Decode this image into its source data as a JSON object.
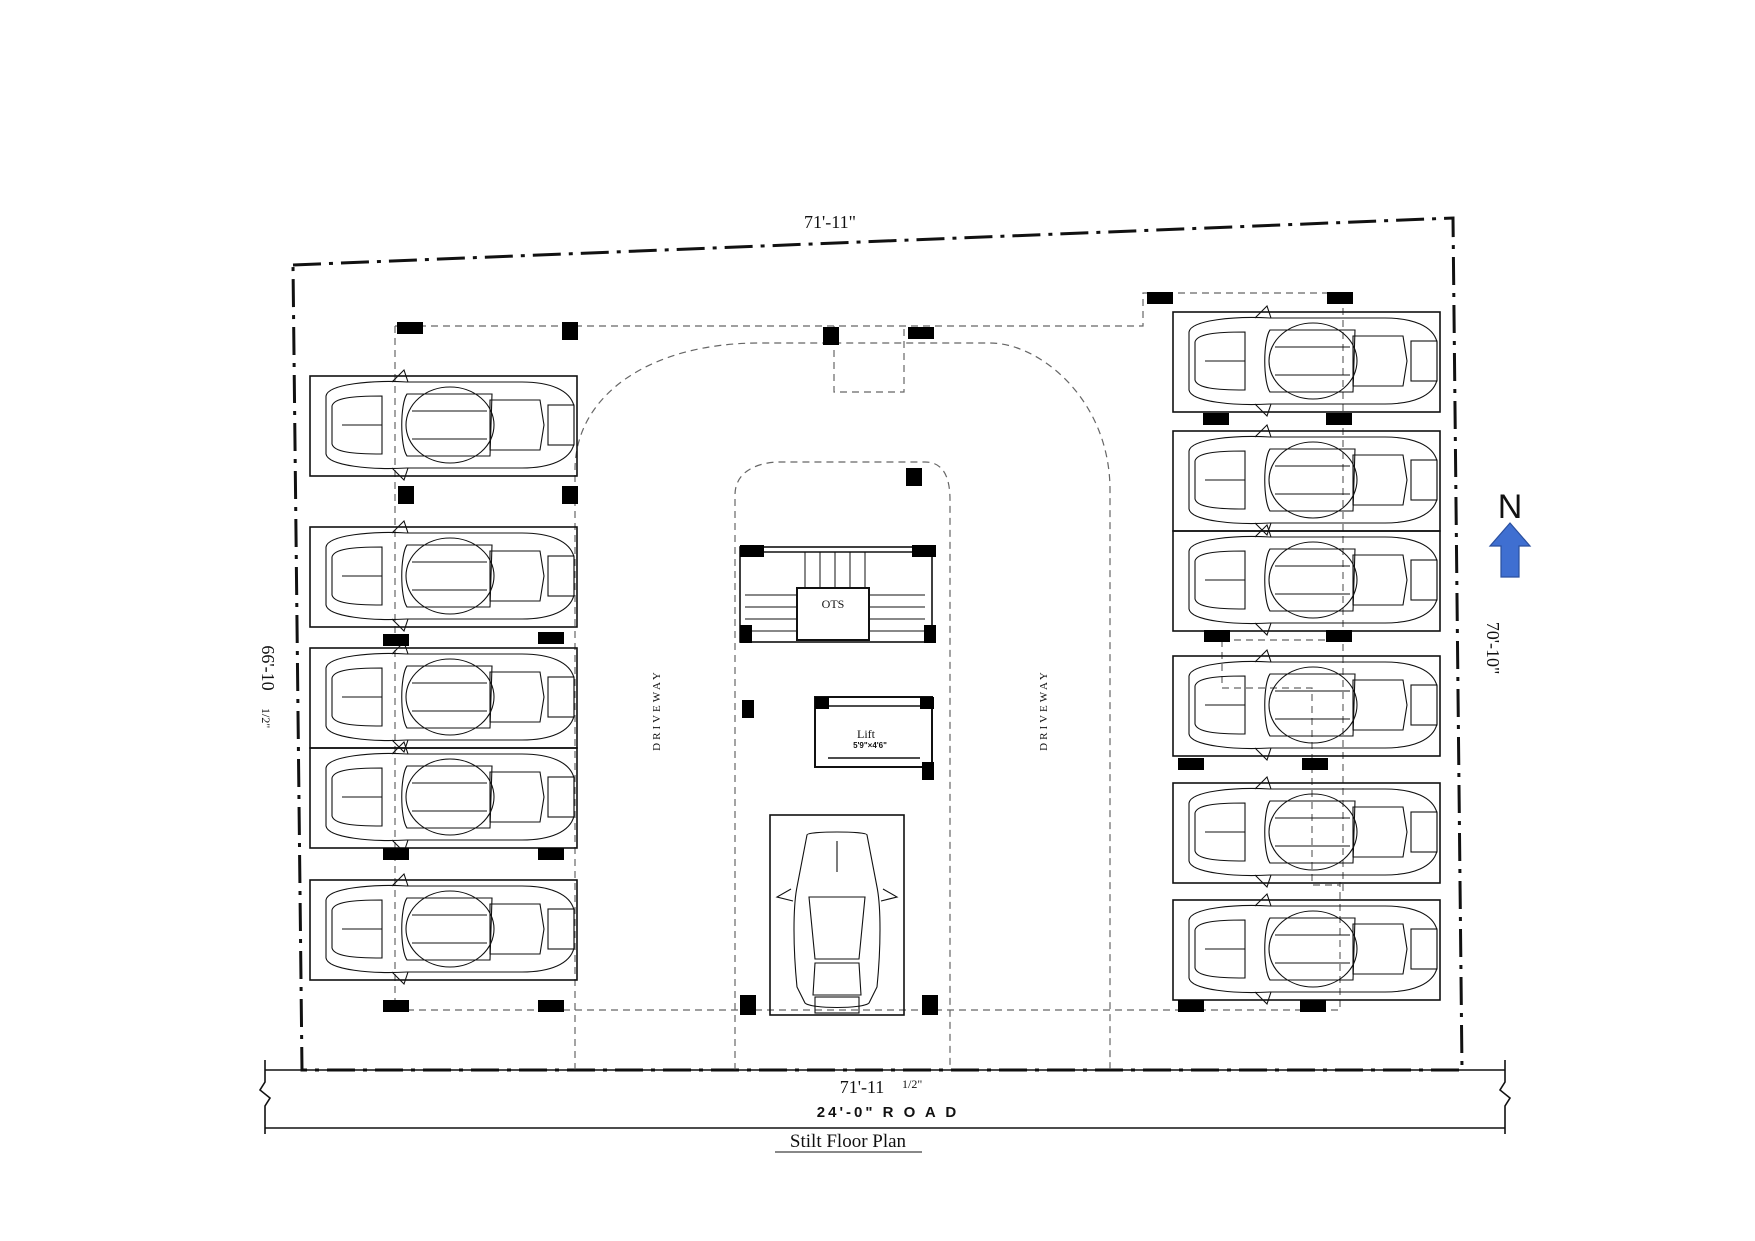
{
  "drawing": {
    "top_dimension": "71'-11\"",
    "bottom_dimension": "71'-11",
    "bottom_dimension_fraction": "1/2\"",
    "left_dimension": "66'-10",
    "left_dimension_fraction": "1/2\"",
    "right_dimension": "70'-10\"",
    "road_label": "24'-0\" R O A D",
    "title": "Stilt Floor Plan",
    "north_label": "N",
    "driveway_label": "DRIVEWAY",
    "ots_label": "OTS",
    "lift_label": "Lift",
    "lift_size": "5'9\"×4'6\""
  },
  "parking": {
    "left_bay_count": 5,
    "right_bay_count": 6,
    "center_bay_count": 1
  },
  "colors": {
    "line": "#111111",
    "north_arrow": "#3f6fd1",
    "background": "#ffffff"
  }
}
